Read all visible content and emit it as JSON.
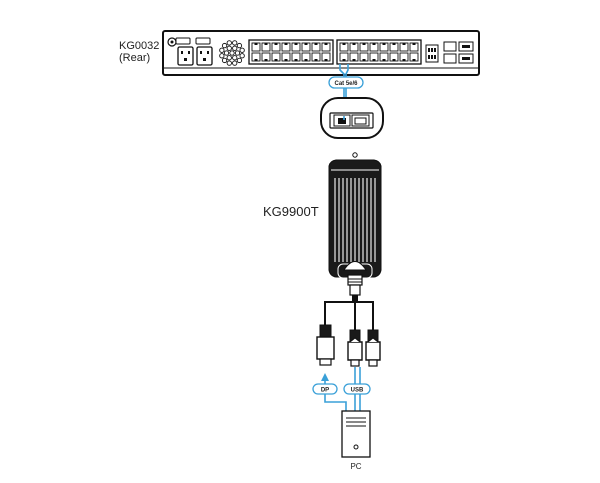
{
  "kvm": {
    "model": "KG0032",
    "view": "(Rear)"
  },
  "extender": {
    "model": "KG9900T"
  },
  "cables": {
    "cat": "Cat 5e/6",
    "dp": "DP",
    "usb": "USB"
  },
  "computer": {
    "label": "PC"
  },
  "colors": {
    "connection": "#3aa0d8",
    "device": "#1a1a1a"
  }
}
